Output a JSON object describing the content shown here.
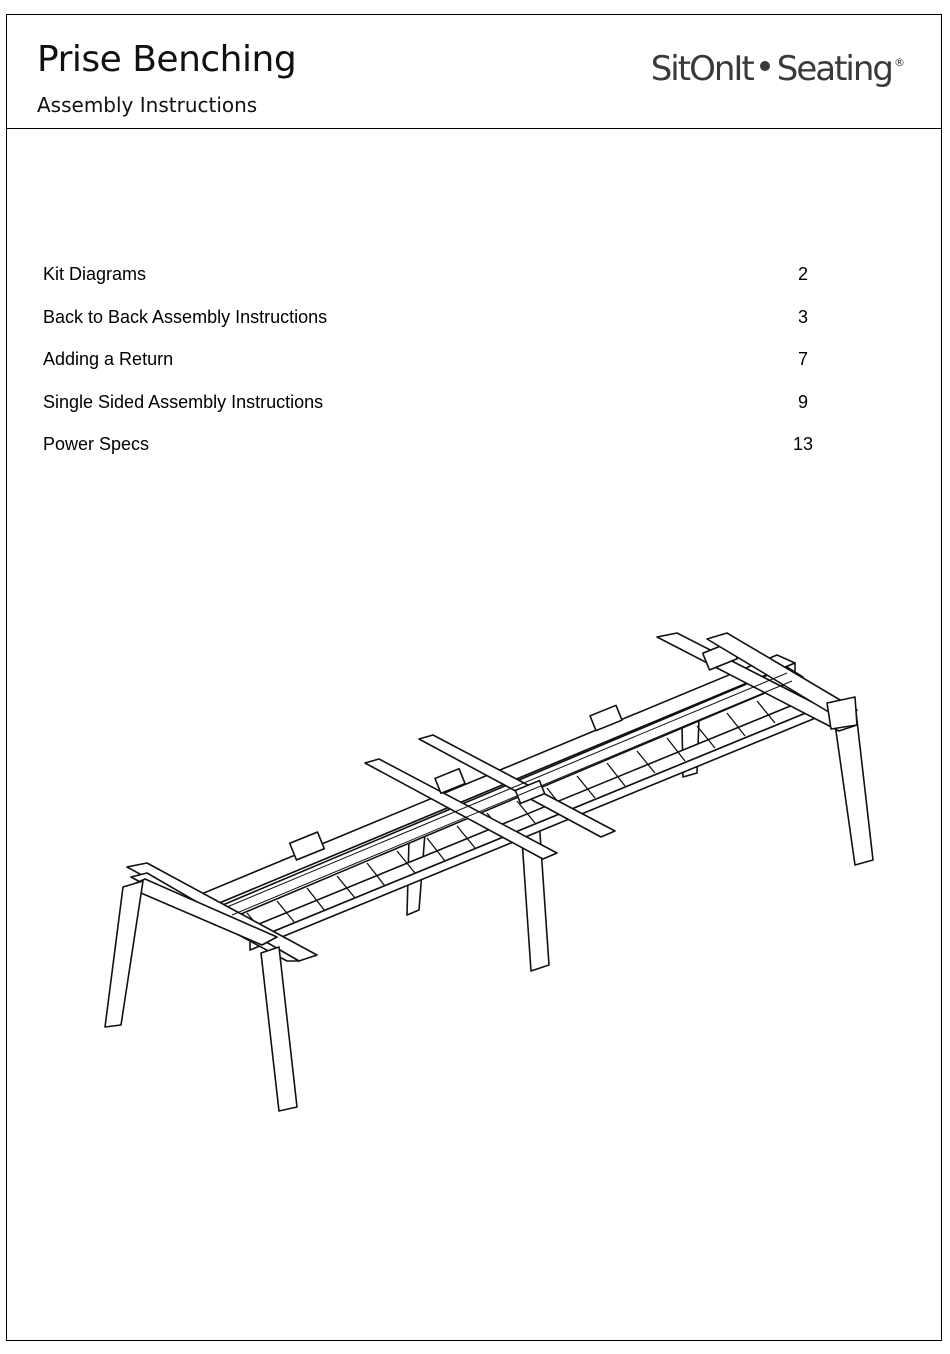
{
  "header": {
    "title": "Prise Benching",
    "subtitle": "Assembly Instructions",
    "brand_left": "SitOnIt",
    "brand_right": "Seating",
    "brand_mark": "®"
  },
  "toc": {
    "items": [
      {
        "label": "Kit Diagrams",
        "page": "2"
      },
      {
        "label": "Back to Back Assembly Instructions",
        "page": "3"
      },
      {
        "label": "Adding a Return",
        "page": "7"
      },
      {
        "label": "Single Sided Assembly Instructions",
        "page": "9"
      },
      {
        "label": "Power Specs",
        "page": "13"
      }
    ]
  },
  "illustration": {
    "icon": "benching-frame-isometric-icon"
  }
}
